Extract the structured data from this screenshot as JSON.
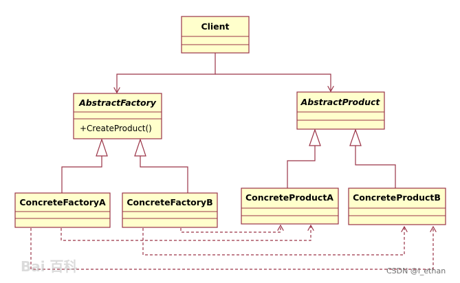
{
  "classes": {
    "client": {
      "name": "Client"
    },
    "abstract_factory": {
      "name": "AbstractFactory",
      "operation": "+CreateProduct()"
    },
    "abstract_product": {
      "name": "AbstractProduct"
    },
    "concrete_factory_a": {
      "name": "ConcreteFactoryA"
    },
    "concrete_factory_b": {
      "name": "ConcreteFactoryB"
    },
    "concrete_product_a": {
      "name": "ConcreteProductA"
    },
    "concrete_product_b": {
      "name": "ConcreteProductB"
    }
  },
  "watermarks": {
    "baidu": "Bai 百科",
    "csdn": "CSDN @l_ethan"
  },
  "colors": {
    "box_fill": "#ffffcc",
    "line": "#9a3346"
  }
}
